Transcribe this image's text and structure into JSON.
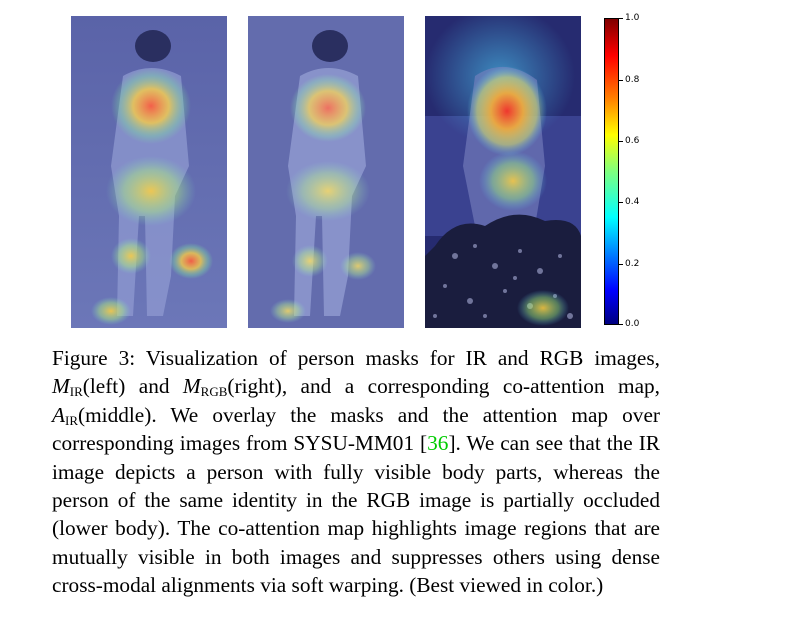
{
  "figure": {
    "panels": [
      {
        "id": "ir",
        "description_icon": "ir-person-mask-image"
      },
      {
        "id": "attention",
        "description_icon": "co-attention-map-image"
      },
      {
        "id": "rgb",
        "description_icon": "rgb-person-mask-image"
      }
    ],
    "colorbar": {
      "colormap": "jet",
      "ticks": [
        "0.0",
        "0.2",
        "0.4",
        "0.6",
        "0.8",
        "1.0"
      ]
    }
  },
  "caption": {
    "label": "Figure 3:",
    "text1": " Visualization of person masks for IR and RGB images, ",
    "m_sym": "M",
    "m_ir_sub": "IR",
    "text2": "(left) and ",
    "m_rgb_sub": "RGB",
    "text3": "(right), and a corresponding co-attention map, ",
    "a_sym": "A",
    "a_ir_sub": "IR",
    "text4": "(middle). We overlay the masks and the attention map over corresponding images from SYSU-MM01 [",
    "cite": "36",
    "text5": "]. We can see that the IR image depicts a person with fully visible body parts, whereas the person of the same identity in the RGB image is partially occluded (lower body). The co-attention map highlights image regions that are mutually visible in both images and suppresses others using dense cross-modal alignments via soft warping. (Best viewed in color.)"
  },
  "colors": {
    "citation": "#00cc00",
    "background": "#6f78b8"
  }
}
